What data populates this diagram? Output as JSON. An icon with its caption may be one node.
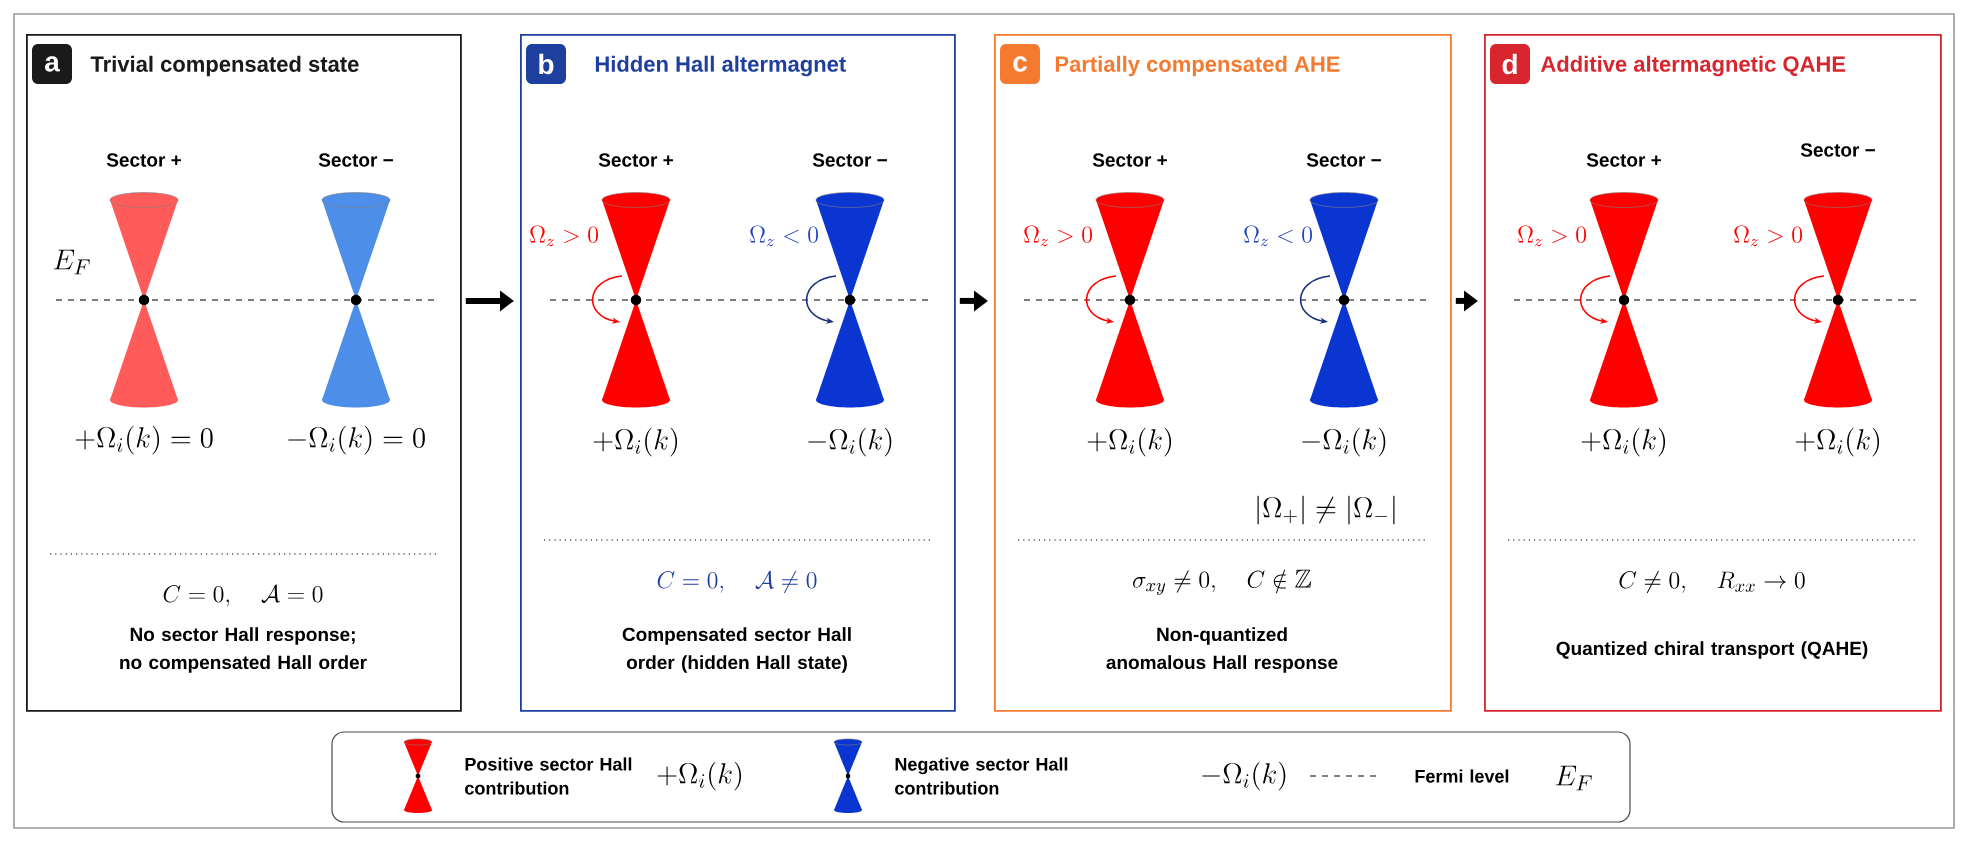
{
  "diagram": {
    "nodes": [
      {
        "text": [
          "Trivial compensated state",
          "C=0,\\quad \\mathcal{A}=0",
          "No sector Hall response; no compensated Hall order"
        ]
      },
      {
        "text": [
          "a"
        ],
        "in": 0
      },
      {
        "text": [
          "Hidden Hall altermagnet",
          "C=0,\\quad \\mathcal{A}\\neq 0",
          "Compensated sector Hall order (hidden Hall state)"
        ]
      },
      {
        "text": [
          "b"
        ],
        "in": 2
      },
      {
        "text": [
          "Partially compensated  AHE",
          "\\sigma_{xy}\\neq 0,\\quad C\\notin\\mathbb{Z}",
          "Non-quantized anomalous Hall response"
        ]
      },
      {
        "text": [
          "c"
        ],
        "in": 4
      },
      {
        "text": [
          "Additive altermagnetic QAHE",
          "C\\neq 0,\\quad R_{xx}\\rightarrow 0",
          "Quantized chiral transport (QAHE)"
        ]
      },
      {
        "text": [
          "d"
        ],
        "in": 6
      }
    ],
    "edges": [
      {
        "from": 0,
        "to": 2,
        "arrow": "to"
      },
      {
        "from": 2,
        "to": 4,
        "arrow": "to"
      },
      {
        "from": 4,
        "to": 6,
        "arrow": "to"
      }
    ],
    "labels": [
      "Sector +",
      "Sector −",
      "E_F",
      "+\\Omega_i(k)=0",
      "-\\Omega_i(k)=0",
      "Sector +",
      "Sector −",
      "\\Omega_z>0",
      "\\Omega_z<0",
      "+\\Omega_i(k)",
      "-\\Omega_i(k)",
      "Sector +",
      "Sector −",
      "\\Omega_z>0",
      "\\Omega_z<0",
      "+\\Omega_i(k)",
      "-\\Omega_i(k)",
      "|\\Omega_+|\\neq|\\Omega_-|",
      "Sector +",
      "Sector −",
      "\\Omega_z>0",
      "\\Omega_z>0",
      "+\\Omega_i(k)",
      "+\\Omega_i(k)",
      "+\\Omega_i(k)",
      "-\\Omega_i(k)",
      "E_F"
    ],
    "legend": [
      {
        "text": "Positive sector Hall contribution"
      },
      {
        "text": "Negative sector Hall contribution"
      },
      {
        "text": "Fermi level"
      }
    ]
  }
}
